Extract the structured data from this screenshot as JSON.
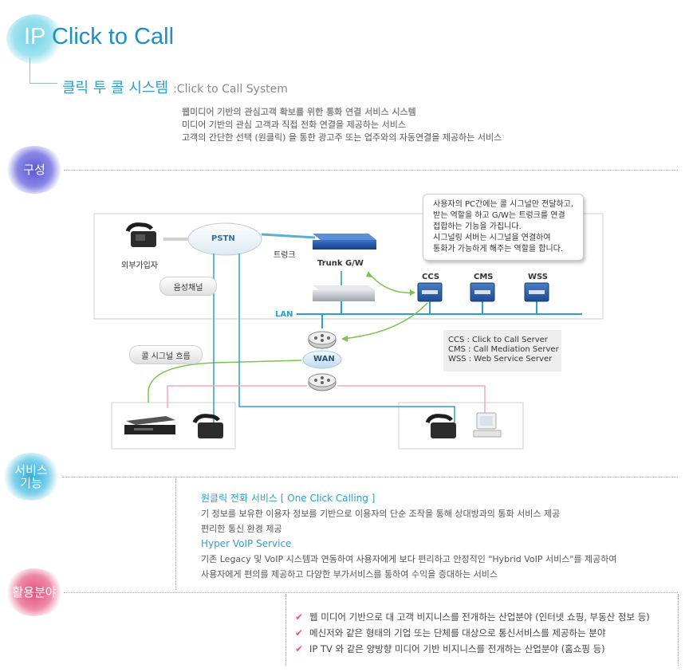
{
  "header": {
    "title_ip": "IP",
    "title_rest": "Click to Call",
    "subtitle_ko": "클릭 투 콜 시스템",
    "subtitle_en": ":Click to Call System",
    "intro": [
      "웹미디어 기반의 관심고객 확보를 위한 통화 연결 서비스 시스템",
      "미디어 기반의 관심 고객과 직접 전화 연결을 제공하는 서비스",
      "고객의 간단한 선택 (원클릭) 을 통한 광고주 또는 업주와의 자동연결을 제공하는 서비스"
    ]
  },
  "sections": {
    "structure": "구성",
    "service_line1": "서비스",
    "service_line2": "기능",
    "usage": "활용분야"
  },
  "diagram": {
    "callout": [
      "사용자의 PC간에는 콜 시그널만 전달하고,",
      "받는 역할을 하고 G/W는 트렁크를 연결",
      "접합하는 기능을 가집니다.",
      "시그널링 서버는 시그널을 연결하여",
      "통화가 가능하게 해주는 역할을 합니다."
    ],
    "pstn": "PSTN",
    "trunk": "트렁크",
    "trunk_gw": "Trunk G/W",
    "external_subscriber": "외부가입자",
    "voice_channel": "음성채널",
    "call_signal_flow": "콜 시그널 흐름",
    "lan": "LAN",
    "wan": "WAN",
    "servers": [
      "CCS",
      "CMS",
      "WSS"
    ],
    "legend": [
      "CCS : Click to Call Server",
      "CMS : Call Mediation Server",
      "WSS : Web Service Server"
    ]
  },
  "service": {
    "h1": "원클릭 전화 서비스 [ One Click Calling ]",
    "l1": "기 정보를 보유한 이용자 정보를 기반으로 이용자의 단순 조작을 통해 상대방과의 통화 서비스 제공",
    "l2": "편리한 통신 환경 제공",
    "h2": "Hyper VoIP Service",
    "l3": "기존 Legacy 및 VoIP 시스템과 연동하여 사용자에게 보다 편리하고 안정적인 \"Hybrid VoIP 서비스\"를 제공하여",
    "l4": "사용자에게 편의를 제공하고 다양한 부가서비스를 통하여 수익을 증대하는 서비스"
  },
  "usage": [
    "웹 미디어 기반으로 대 고객 비지니스를 전개하는 산업분야 (인터넷 쇼핑, 부동산 정보 등)",
    "메신저와 같은 형태의 기업 또는 단체를 대상으로 통신서비스를 제공하는 분야",
    "IP TV 와 같은 양방향 미디어 기반 비지니스를 전개하는 산업분야 (홈쇼핑 등)"
  ],
  "colors": {
    "title_blue": "#1e8fc2",
    "lan_blue": "#2a9fd0",
    "signal_green": "#7cc34e",
    "pink_line": "#f3a8c3"
  }
}
